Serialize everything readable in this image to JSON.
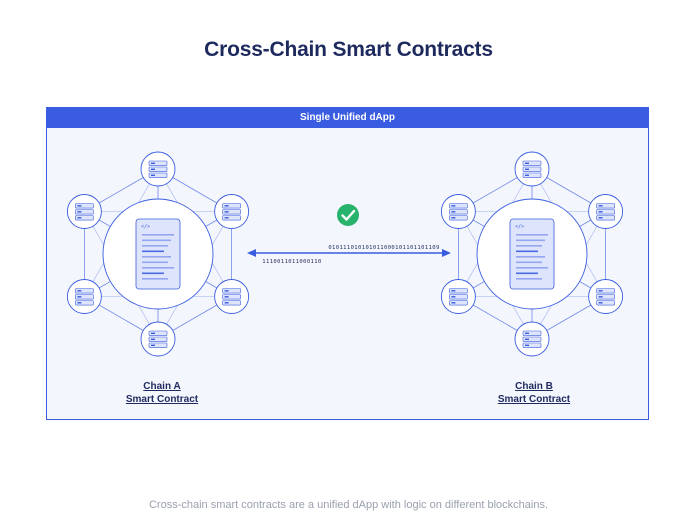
{
  "title": "Cross-Chain Smart Contracts",
  "frame": {
    "header": "Single Unified dApp"
  },
  "chain_a": {
    "line1": "Chain A",
    "line2": "Smart Contract"
  },
  "chain_b": {
    "line1": "Chain B",
    "line2": "Smart Contract"
  },
  "transfer": {
    "bits_top": "010111010101011000101101101109",
    "bits_bottom": "1110011011000110",
    "status_icon": "check-circle-icon"
  },
  "caption": "Cross-chain smart contracts are a unified dApp with logic on different blockchains.",
  "colors": {
    "accent": "#3a5ce0",
    "title": "#1e2a5e",
    "success": "#27b36b",
    "node_fill": "#f4f6fd",
    "caption": "#9aa0ad"
  }
}
